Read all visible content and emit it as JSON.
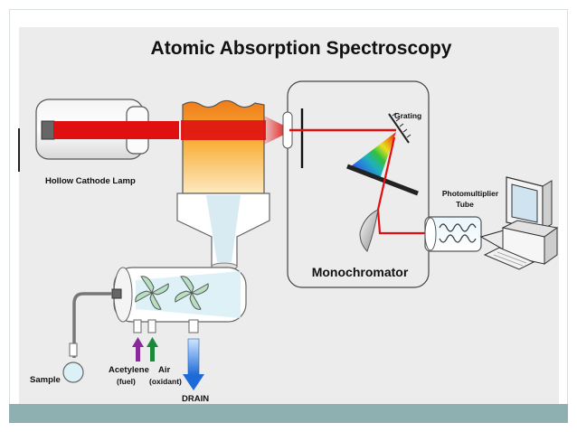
{
  "title": "Atomic Absorption Spectroscopy",
  "labels": {
    "lamp": "Hollow Cathode Lamp",
    "grating": "Grating",
    "photomultiplier_line1": "Photomultiplier",
    "photomultiplier_line2": "Tube",
    "monochromator": "Monochromator",
    "sample": "Sample",
    "acetylene": "Acetylene",
    "fuel": "(fuel)",
    "air": "Air",
    "oxidant": "(oxidant)",
    "drain": "DRAIN"
  },
  "colors": {
    "beam": "#e01010",
    "panel": "#ececec",
    "bar": "#8fb0b0",
    "flame_top": "#f39a1c",
    "flame_bottom": "#fde6b0",
    "acetylene_arrow": "#8a2a9a",
    "air_arrow": "#1a8a3a",
    "drain_arrow": "#1e6ad8"
  }
}
